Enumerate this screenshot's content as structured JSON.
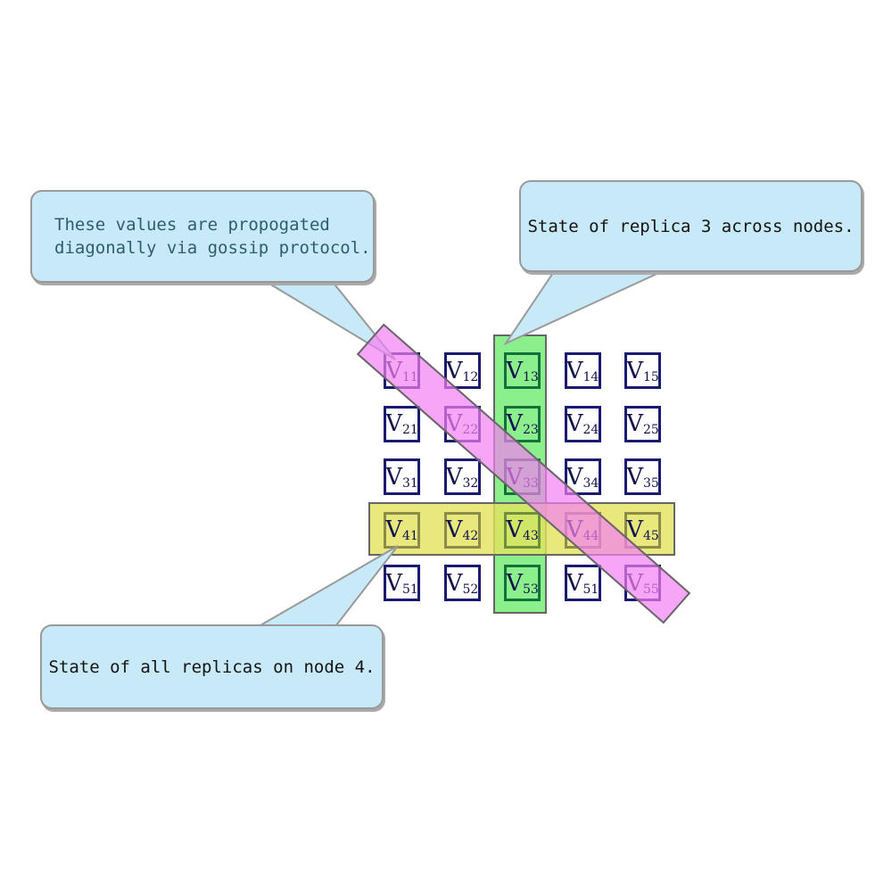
{
  "colors": {
    "page_bg": "#ffffff",
    "callout_fill": "#c8e9f8",
    "callout_border": "#999999",
    "callout_shadow": "#aaaaaa",
    "band_border": "#666666",
    "green_band_fill": "rgba(110,235,110,0.8)",
    "yellow_band_fill": "rgba(226,226,92,0.8)",
    "magenta_band_fill": "rgba(243,128,243,0.7)",
    "cell_text": "#11114e",
    "cell_border_navy": "#1a1a70",
    "cell_border_green": "#13713a",
    "cell_border_olive": "#8c8c4a",
    "cell_border_olivegreen": "#6f8f3f"
  },
  "callouts": {
    "gossip": {
      "lines": [
        "These values are propogated",
        "diagonally via gossip protocol."
      ],
      "text_color": "#2d5d70"
    },
    "replica3": {
      "text": "State of replica 3 across nodes.",
      "text_color": "#141414"
    },
    "node4": {
      "text": "State of all replicas on node 4.",
      "text_color": "#141414"
    }
  },
  "grid": {
    "symbol": "V",
    "rows": [
      [
        {
          "sub": "11",
          "border": "navy"
        },
        {
          "sub": "12",
          "border": "navy"
        },
        {
          "sub": "13",
          "border": "green"
        },
        {
          "sub": "14",
          "border": "navy"
        },
        {
          "sub": "15",
          "border": "navy"
        }
      ],
      [
        {
          "sub": "21",
          "border": "navy"
        },
        {
          "sub": "22",
          "border": "navy"
        },
        {
          "sub": "23",
          "border": "green"
        },
        {
          "sub": "24",
          "border": "navy"
        },
        {
          "sub": "25",
          "border": "navy"
        }
      ],
      [
        {
          "sub": "31",
          "border": "navy"
        },
        {
          "sub": "32",
          "border": "navy"
        },
        {
          "sub": "33",
          "border": "green"
        },
        {
          "sub": "34",
          "border": "navy"
        },
        {
          "sub": "35",
          "border": "navy"
        }
      ],
      [
        {
          "sub": "41",
          "border": "olive"
        },
        {
          "sub": "42",
          "border": "olive"
        },
        {
          "sub": "43",
          "border": "olivegreen"
        },
        {
          "sub": "44",
          "border": "olive"
        },
        {
          "sub": "45",
          "border": "olive"
        }
      ],
      [
        {
          "sub": "51",
          "border": "navy"
        },
        {
          "sub": "52",
          "border": "navy"
        },
        {
          "sub": "53",
          "border": "green"
        },
        {
          "sub": "51",
          "border": "navy"
        },
        {
          "sub": "55",
          "border": "navy"
        }
      ]
    ]
  }
}
